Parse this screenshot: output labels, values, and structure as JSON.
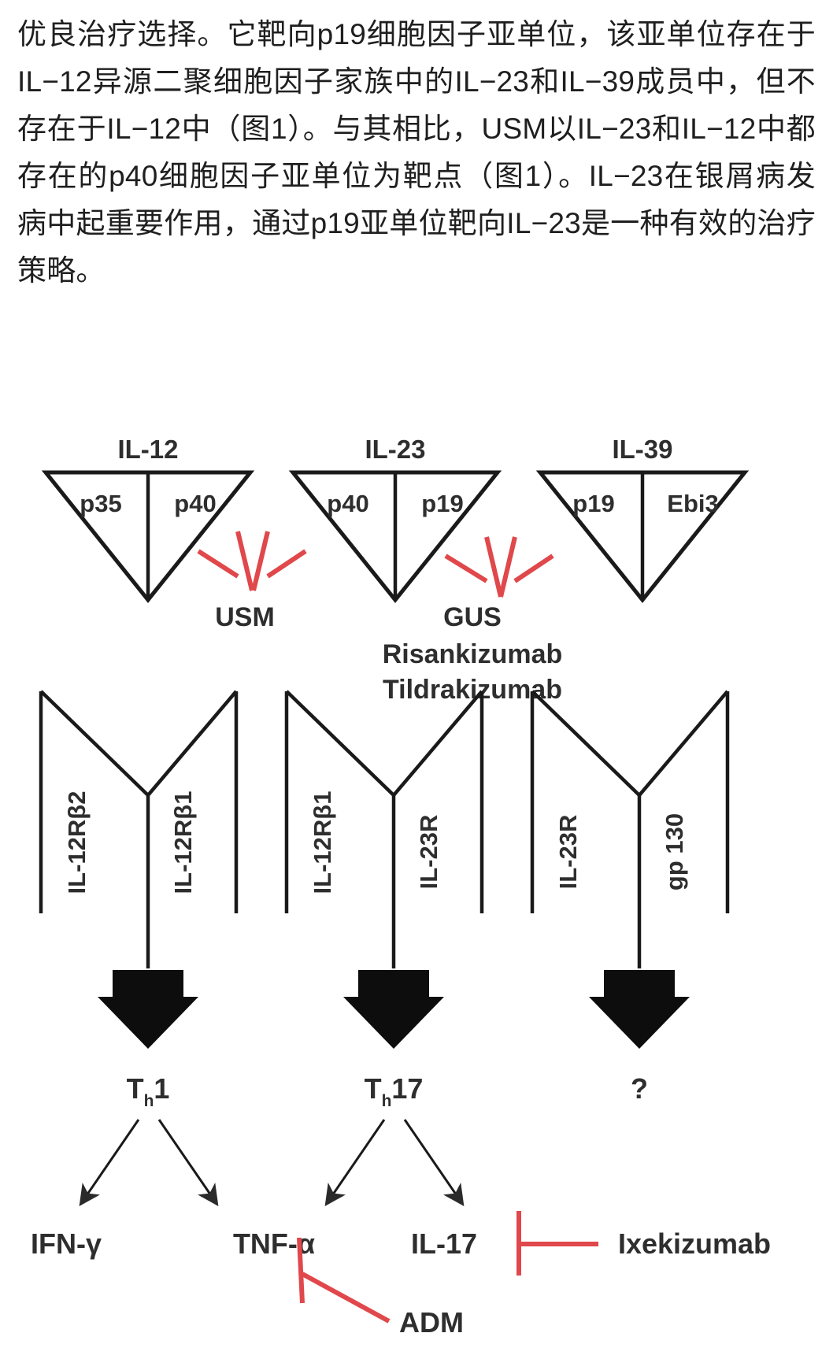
{
  "article": {
    "paragraph": "优良治疗选择。它靶向p19细胞因子亚单位，该亚单位存在于IL−12异源二聚细胞因子家族中的IL−23和IL−39成员中，但不存在于IL−12中（图1）。与其相比，USM以IL−23和IL−12中都存在的p40细胞因子亚单位为靶点（图1）。IL−23在银屑病发病中起重要作用，通过p19亚单位靶向IL−23是一种有效的治疗策略。"
  },
  "figure": {
    "cytokines": [
      {
        "name": "IL-12",
        "left_subunit": "p35",
        "right_subunit": "p40"
      },
      {
        "name": "IL-23",
        "left_subunit": "p40",
        "right_subunit": "p19"
      },
      {
        "name": "IL-39",
        "left_subunit": "p19",
        "right_subunit": "Ebi3"
      }
    ],
    "inhibitor_labels": {
      "usm": "USM",
      "gus": "GUS",
      "risankizumab": "Risankizumab",
      "tildrakizumab": "Tildrakizumab",
      "adm": "ADM",
      "ixekizumab": "Ixekizumab"
    },
    "receptors": [
      {
        "left": "IL-12Rβ2",
        "right": "IL-12Rβ1"
      },
      {
        "left": "IL-12Rβ1",
        "right": "IL-23R"
      },
      {
        "left": "IL-23R",
        "right": "gp 130"
      }
    ],
    "cells": [
      {
        "base": "T",
        "sub": "h",
        "post": "1"
      },
      {
        "base": "T",
        "sub": "h",
        "post": "17"
      },
      {
        "base": "?",
        "sub": "",
        "post": ""
      }
    ],
    "effectors": [
      "IFN-γ",
      "TNF-α",
      "IL-17"
    ],
    "colors": {
      "line": "#1a1a1a",
      "inhibitor_red": "#e0484b",
      "text": "#2e2e2e",
      "background": "#ffffff"
    }
  }
}
